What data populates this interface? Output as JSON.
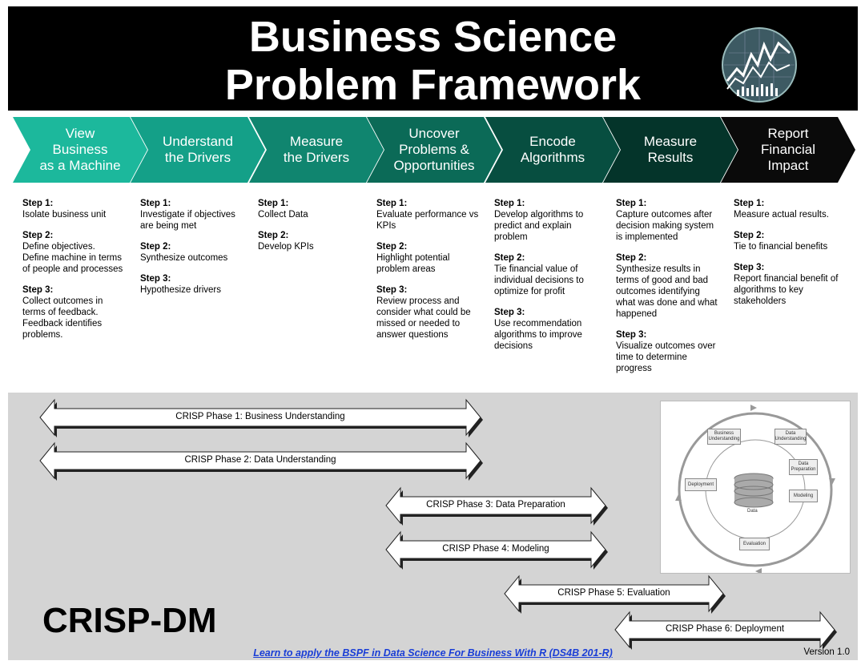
{
  "title": {
    "line1": "Business Science",
    "line2": "Problem Framework"
  },
  "phases": [
    {
      "label": "View\nBusiness\nas a Machine",
      "color": "#1cb89c"
    },
    {
      "label": "Understand\nthe Drivers",
      "color": "#14a088"
    },
    {
      "label": "Measure\nthe Drivers",
      "color": "#10856f"
    },
    {
      "label": "Uncover\nProblems &\nOpportunities",
      "color": "#0b6a57"
    },
    {
      "label": "Encode\nAlgorithms",
      "color": "#074e40"
    },
    {
      "label": "Measure\nResults",
      "color": "#04342a"
    },
    {
      "label": "Report\nFinancial\nImpact",
      "color": "#0a0a0a"
    }
  ],
  "columns": [
    {
      "steps": [
        {
          "heading": "Step 1:",
          "text": "Isolate business unit"
        },
        {
          "heading": "Step 2:",
          "text": "Define objectives.\nDefine machine in terms\nof people and processes"
        },
        {
          "heading": "Step 3:",
          "text": "Collect outcomes in\nterms of feedback.\nFeedback identifies\nproblems."
        }
      ]
    },
    {
      "steps": [
        {
          "heading": "Step 1:",
          "text": "Investigate if objectives\nare being met"
        },
        {
          "heading": "Step 2:",
          "text": "Synthesize outcomes"
        },
        {
          "heading": "Step 3:",
          "text": "Hypothesize drivers"
        }
      ]
    },
    {
      "steps": [
        {
          "heading": "Step 1:",
          "text": "Collect Data"
        },
        {
          "heading": "Step 2:",
          "text": "Develop KPIs"
        }
      ]
    },
    {
      "steps": [
        {
          "heading": "Step 1:",
          "text": "Evaluate performance vs\nKPIs"
        },
        {
          "heading": "Step 2:",
          "text": "Highlight potential\nproblem areas"
        },
        {
          "heading": "Step 3:",
          "text": "Review process and\nconsider what could be\nmissed or needed to\nanswer questions"
        }
      ]
    },
    {
      "steps": [
        {
          "heading": "Step 1:",
          "text": "Develop algorithms to\npredict and explain\nproblem"
        },
        {
          "heading": "Step 2:",
          "text": "Tie financial value of\nindividual decisions to\noptimize for profit"
        },
        {
          "heading": "Step 3:",
          "text": "Use recommendation\nalgorithms to improve\ndecisions"
        }
      ]
    },
    {
      "steps": [
        {
          "heading": "Step 1:",
          "text": "Capture outcomes after\ndecision making system\nis implemented"
        },
        {
          "heading": "Step 2:",
          "text": "Synthesize results in\nterms of good and bad\noutcomes identifying\nwhat was done and what\nhappened"
        },
        {
          "heading": "Step 3:",
          "text": "Visualize outcomes over\ntime to determine\nprogress"
        }
      ]
    },
    {
      "steps": [
        {
          "heading": "Step 1:",
          "text": "Measure actual results."
        },
        {
          "heading": "Step 2:",
          "text": "Tie to financial benefits"
        },
        {
          "heading": "Step 3:",
          "text": "Report financial benefit of\nalgorithms to key\nstakeholders"
        }
      ]
    }
  ],
  "crisp": {
    "title": "CRISP-DM",
    "phases": [
      "CRISP Phase 1: Business Understanding",
      "CRISP Phase 2: Data Understanding",
      "CRISP Phase 3: Data Preparation",
      "CRISP Phase 4: Modeling",
      "CRISP Phase 5: Evaluation",
      "CRISP Phase 6: Deployment"
    ],
    "diagram": {
      "business_understanding": "Business\nUnderstanding",
      "data_understanding": "Data\nUnderstanding",
      "data_preparation": "Data\nPreparation",
      "modeling": "Modeling",
      "evaluation": "Evaluation",
      "deployment": "Deployment",
      "data": "Data"
    }
  },
  "footer": {
    "link": "Learn to apply the BSPF in Data Science For Business With R (DS4B 201-R)",
    "version": "Version 1.0"
  }
}
